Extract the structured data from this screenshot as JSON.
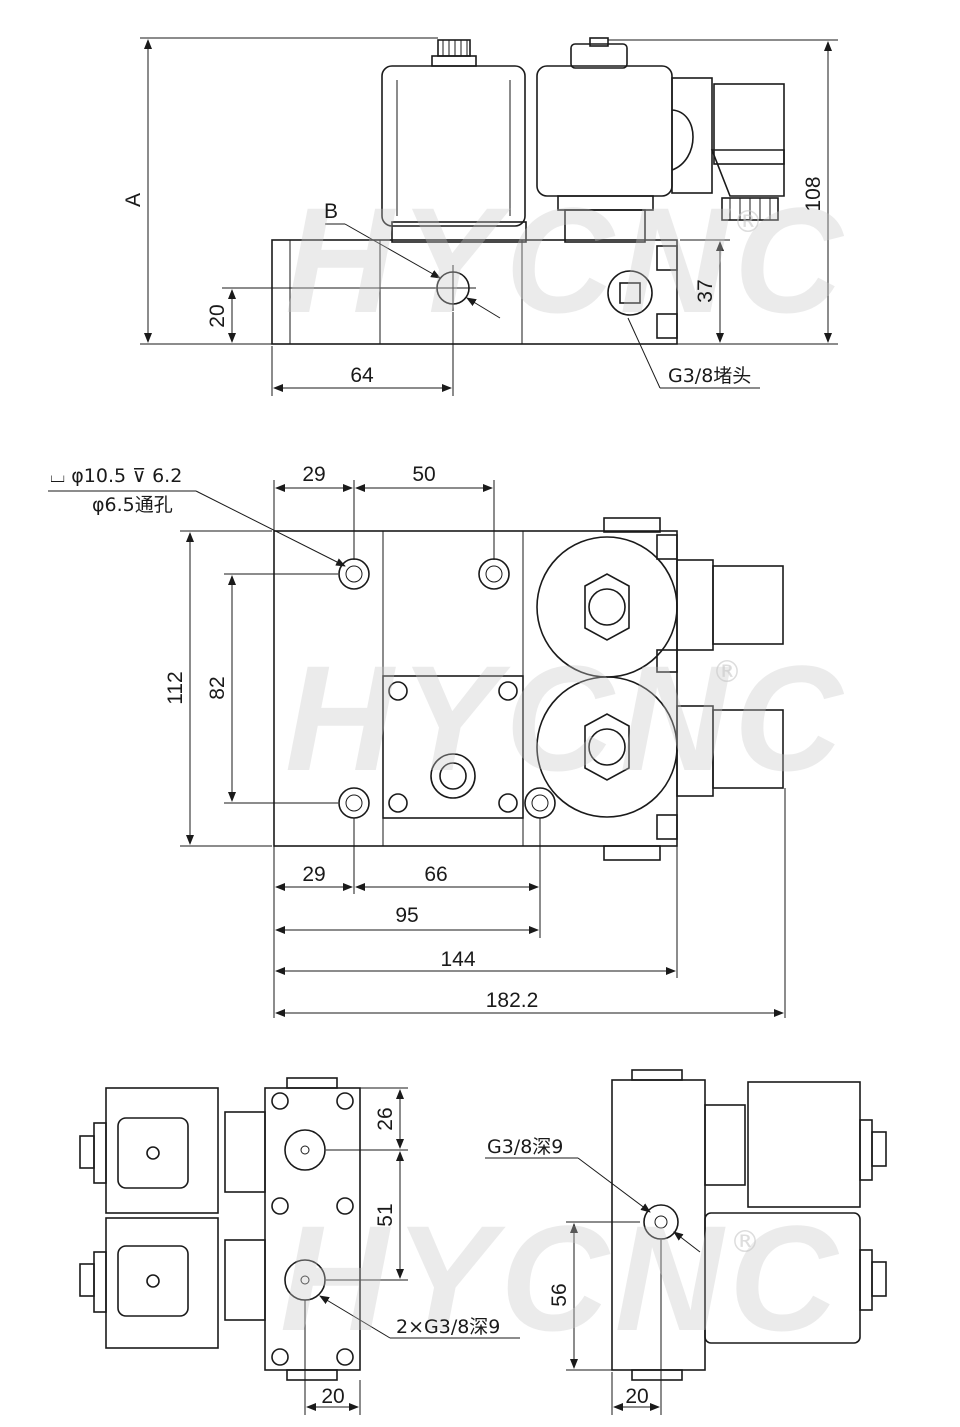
{
  "watermark": {
    "text": "HYCNC",
    "registered": "®"
  },
  "top_view": {
    "dim_A": "A",
    "dim_108": "108",
    "dim_37": "37",
    "dim_20": "20",
    "dim_64": "64",
    "label_B": "B",
    "label_plug": "G3/8堵头"
  },
  "mid_view": {
    "hole_note_line1": "⌴ φ10.5 ⊽ 6.2",
    "hole_note_line2": "φ6.5通孔",
    "dim_29_top": "29",
    "dim_50": "50",
    "dim_112": "112",
    "dim_82": "82",
    "dim_29_bottom": "29",
    "dim_66": "66",
    "dim_95": "95",
    "dim_144": "144",
    "dim_182": "182.2"
  },
  "bottom_left_view": {
    "dim_26": "26",
    "dim_51": "51",
    "dim_20": "20",
    "label_ports": "2×G3/8深9"
  },
  "bottom_right_view": {
    "label_port": "G3/8深9",
    "dim_56": "56",
    "dim_20": "20"
  }
}
